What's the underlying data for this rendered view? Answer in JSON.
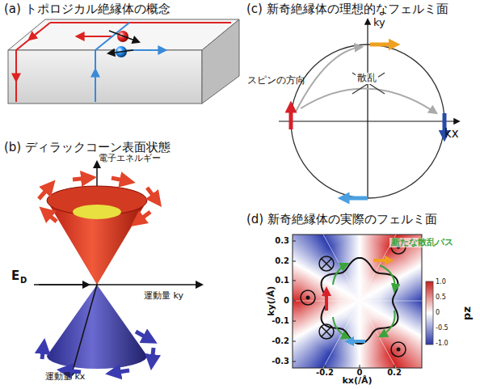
{
  "diagram": {
    "labels": [
      "(a) トポロジカル絶縁体の概念",
      "(b) ディラックコーン表面状態",
      "電子エネルギー",
      "E",
      "D",
      "運動量 ky",
      "運動量 kx",
      "(c) 新奇絶縁体の理想的なフェルミ面",
      "ky",
      "kx",
      "スピンの方向",
      "散乱",
      "(d) 新奇絶縁体の実際のフェルミ面",
      "新たな散乱パス",
      "ky(/Å)",
      "kx(/Å)",
      "0.3",
      "0.2",
      "0.1",
      "0",
      "-0.1",
      "-0.2",
      "-0.3",
      "-0.2",
      "0",
      "0.2",
      "1.0",
      "0.5",
      "0",
      "-0.5",
      "-1.0",
      "pz"
    ]
  }
}
